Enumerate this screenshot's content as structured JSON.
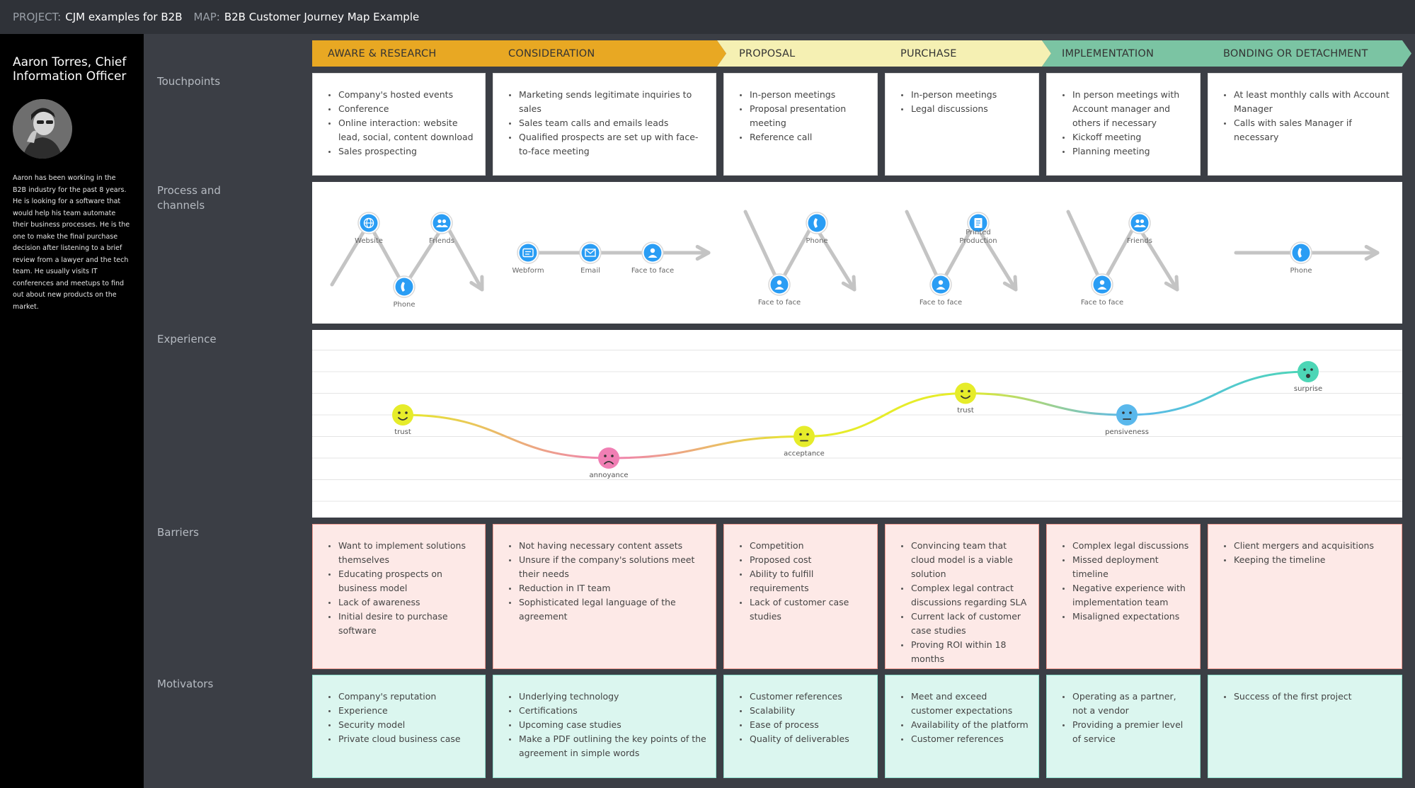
{
  "header": {
    "project_label": "PROJECT:",
    "project_value": "CJM examples for B2B",
    "map_label": "MAP:",
    "map_value": "B2B Customer Journey Map Example"
  },
  "persona": {
    "name": "Aaron Torres, Chief Information Officer",
    "bio": "Aaron has been working in the B2B industry for the past 8 years. He is looking for a software that would help his team automate their business processes. He is the one to make the final purchase decision after listening to a brief review from a lawyer and the tech team. He usually visits IT conferences and meetups to find out about new products on the market."
  },
  "row_labels": {
    "touchpoints": "Touchpoints",
    "process": "Process and channels",
    "experience": "Experience",
    "barriers": "Barriers",
    "motivators": "Motivators"
  },
  "colors": {
    "stage_yellow": "#e8a823",
    "stage_cream": "#f5f0b3",
    "stage_green": "#7bc4a3",
    "barrier_bg": "#fde9e7",
    "motivator_bg": "#dbf6ef",
    "channel_icon": "#2a9df4"
  },
  "stages": [
    {
      "label": "AWARE & RESEARCH",
      "color": "#e8a823"
    },
    {
      "label": "CONSIDERATION",
      "color": "#e8a823"
    },
    {
      "label": "PROPOSAL",
      "color": "#f5f0b3"
    },
    {
      "label": "PURCHASE",
      "color": "#f5f0b3"
    },
    {
      "label": "IMPLEMENTATION",
      "color": "#7bc4a3"
    },
    {
      "label": "BONDING OR DETACHMENT",
      "color": "#7bc4a3"
    }
  ],
  "touchpoints": [
    [
      "Company's hosted events",
      "Conference",
      "Online interaction: website lead, social, content download",
      "Sales prospecting"
    ],
    [
      "Marketing sends legitimate inquiries to sales",
      "Sales team calls and emails leads",
      "Qualified prospects are set up with face-to-face meeting"
    ],
    [
      "In-person meetings",
      "Proposal presentation meeting",
      "Reference call"
    ],
    [
      "In-person meetings",
      "Legal discussions"
    ],
    [
      "In person meetings with Account manager and others if necessary",
      "Kickoff meeting",
      "Planning meeting"
    ],
    [
      "At least monthly calls with Account Manager",
      "Calls with sales Manager if necessary"
    ]
  ],
  "channels": [
    {
      "label": "Website",
      "icon": "globe-icon"
    },
    {
      "label": "Phone",
      "icon": "phone-icon"
    },
    {
      "label": "Friends",
      "icon": "people-icon"
    },
    {
      "label": "Webform",
      "icon": "form-icon"
    },
    {
      "label": "Email",
      "icon": "email-icon"
    },
    {
      "label": "Face to face",
      "icon": "person-icon"
    },
    {
      "label": "Face to face",
      "icon": "person-icon"
    },
    {
      "label": "Phone",
      "icon": "phone-icon"
    },
    {
      "label": "Face to face",
      "icon": "person-icon"
    },
    {
      "label": "Printed Production",
      "icon": "document-icon"
    },
    {
      "label": "Face to face",
      "icon": "person-icon"
    },
    {
      "label": "Friends",
      "icon": "people-icon"
    },
    {
      "label": "Phone",
      "icon": "phone-icon"
    }
  ],
  "chart_data": {
    "type": "line",
    "points": [
      {
        "emotion": "trust",
        "level": 4,
        "face": "happy",
        "color": "#e6ec2a"
      },
      {
        "emotion": "annoyance",
        "level": 2,
        "face": "sad",
        "color": "#f07fb4"
      },
      {
        "emotion": "acceptance",
        "level": 3,
        "face": "neutral",
        "color": "#e6ec2a"
      },
      {
        "emotion": "trust",
        "level": 5,
        "face": "happy",
        "color": "#e6ec2a"
      },
      {
        "emotion": "pensiveness",
        "level": 4,
        "face": "neutral",
        "color": "#5ab8ec"
      },
      {
        "emotion": "surprise",
        "level": 6,
        "face": "surprised",
        "color": "#4dd6b6"
      }
    ],
    "ylim": [
      0,
      8
    ],
    "grid": true
  },
  "barriers": [
    [
      "Want to implement solutions themselves",
      "Educating prospects on business model",
      "Lack of awareness",
      "Initial desire to purchase software"
    ],
    [
      "Not having necessary content assets",
      "Unsure if the company's solutions meet their needs",
      "Reduction in IT team",
      "Sophisticated legal language of the agreement"
    ],
    [
      "Competition",
      "Proposed cost",
      "Ability to fulfill requirements",
      "Lack of customer case studies"
    ],
    [
      "Convincing team that cloud model is a viable solution",
      "Complex legal contract discussions regarding SLA",
      "Current lack of customer case studies",
      "Proving ROI within 18 months"
    ],
    [
      "Complex legal discussions",
      "Missed deployment timeline",
      "Negative experience with implementation team",
      "Misaligned expectations"
    ],
    [
      "Client mergers and acquisitions",
      "Keeping the timeline"
    ]
  ],
  "motivators": [
    [
      "Company's reputation",
      "Experience",
      "Security model",
      "Private cloud business case"
    ],
    [
      "Underlying technology",
      "Certifications",
      "Upcoming case studies",
      "Make a PDF outlining the key points of the agreement in simple words"
    ],
    [
      "Customer references",
      "Scalability",
      "Ease of process",
      "Quality of deliverables"
    ],
    [
      "Meet and exceed customer expectations",
      "Availability of the platform",
      "Customer references"
    ],
    [
      "Operating as a partner, not a vendor",
      "Providing a premier level of service"
    ],
    [
      "Success of the first project"
    ]
  ]
}
